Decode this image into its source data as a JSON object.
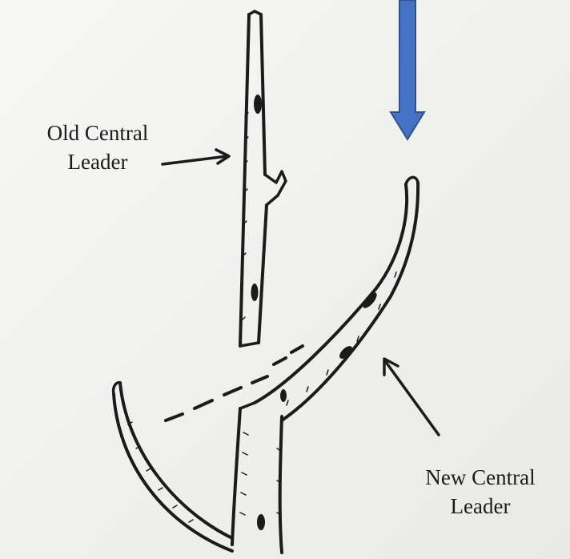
{
  "labels": {
    "old_leader_line1": "Old Central",
    "old_leader_line2": "Leader",
    "new_leader_line1": "New Central",
    "new_leader_line2": "Leader"
  },
  "colors": {
    "ink": "#1b1b1b",
    "paper": "#f2f2f0",
    "arrow_fill": "#4472c4",
    "arrow_stroke": "#2f528f"
  },
  "icons": {
    "pointer": "down-arrow-icon"
  }
}
